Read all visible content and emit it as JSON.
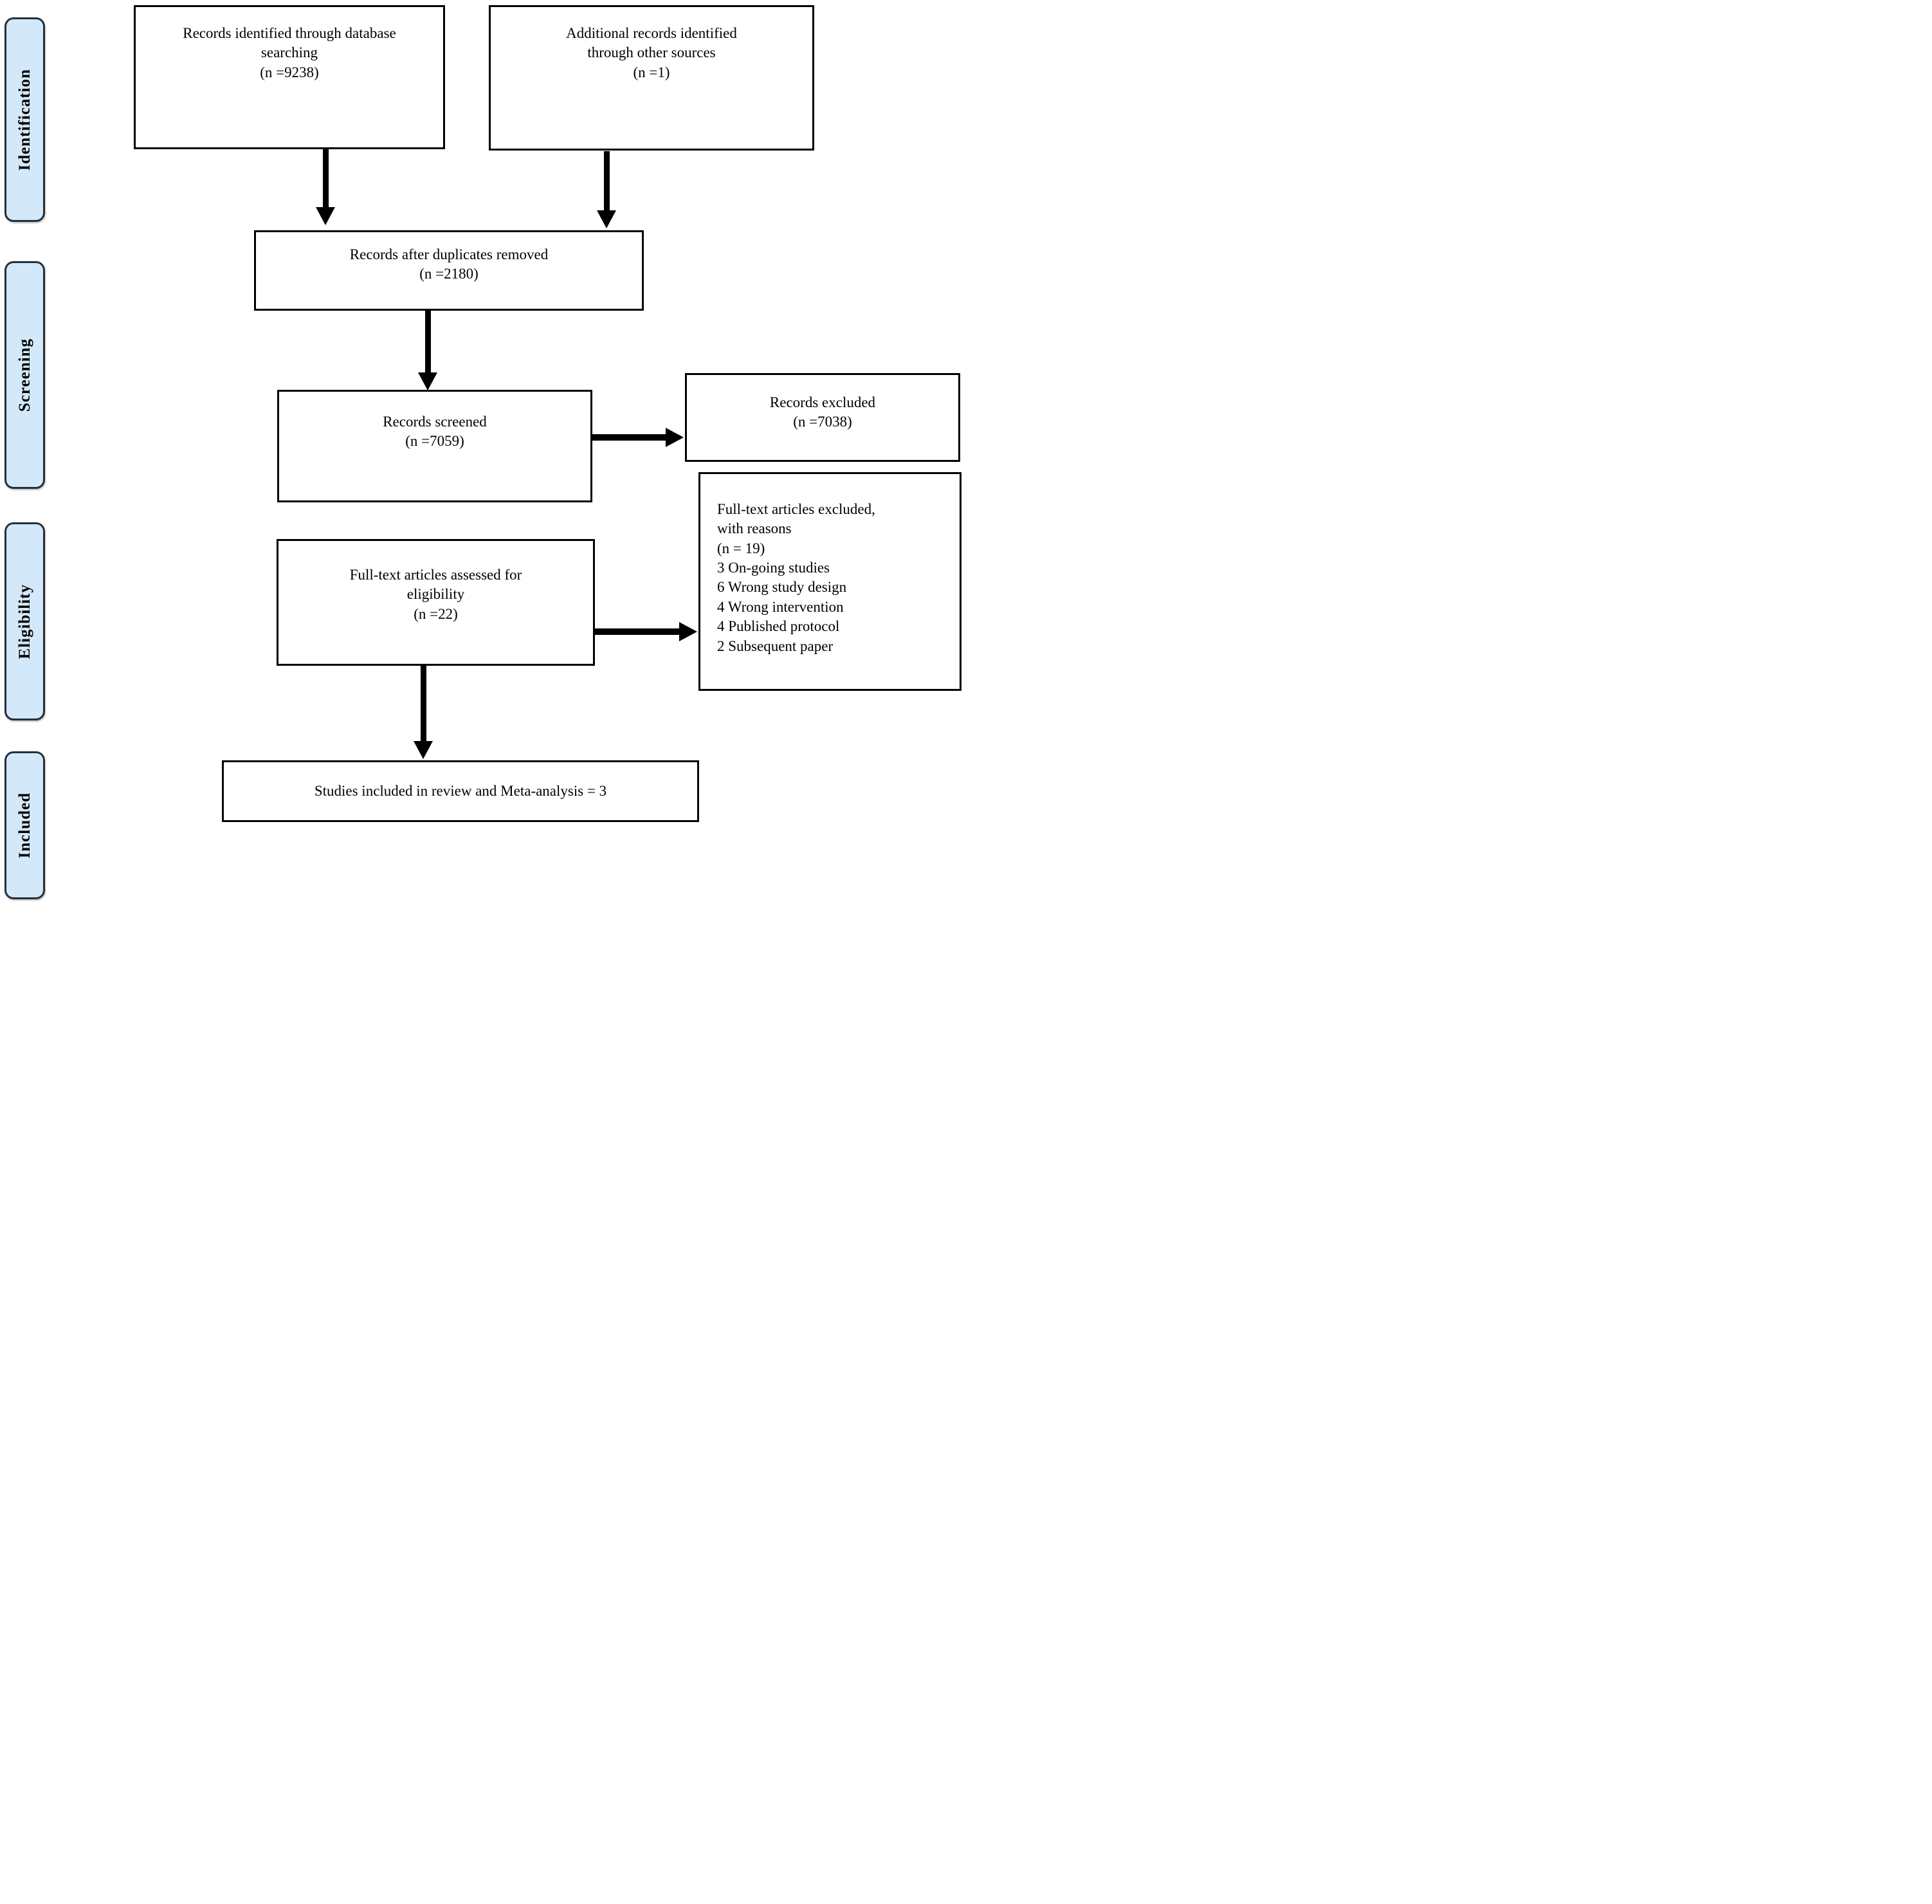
{
  "diagram": {
    "kind": "PRISMA flow diagram",
    "sidebar": {
      "labels": [
        "Identification",
        "Screening",
        "Eligibility",
        "Included"
      ]
    },
    "boxes": {
      "identified_database": {
        "lines": [
          "Records identified through database",
          "searching",
          "(n =9238)"
        ]
      },
      "identified_other": {
        "lines": [
          "Additional records identified",
          "through other sources",
          "(n =1)"
        ]
      },
      "duplicates_removed": {
        "lines": [
          "Records after duplicates removed",
          "(n =2180)"
        ]
      },
      "records_screened": {
        "lines": [
          "Records screened",
          "(n =7059)"
        ]
      },
      "records_excluded": {
        "lines": [
          "Records excluded",
          "(n =7038)"
        ]
      },
      "fulltext_assessed": {
        "lines": [
          "Full-text articles assessed for",
          "eligibility",
          "(n =22)"
        ]
      },
      "fulltext_excluded": {
        "lines": [
          "Full-text articles excluded,",
          "with reasons",
          "(n = 19)",
          "3 On-going studies",
          "6 Wrong study design",
          "4 Wrong intervention",
          "4 Published protocol",
          "2 Subsequent paper"
        ]
      },
      "studies_included": {
        "lines": [
          "Studies included in review and Meta-analysis = 3"
        ]
      }
    },
    "flow": [
      {
        "from": "identified_database",
        "to": "duplicates_removed"
      },
      {
        "from": "identified_other",
        "to": "duplicates_removed"
      },
      {
        "from": "duplicates_removed",
        "to": "records_screened"
      },
      {
        "from": "records_screened",
        "to": "records_excluded"
      },
      {
        "from": "fulltext_assessed",
        "to": "fulltext_excluded"
      },
      {
        "from": "fulltext_assessed",
        "to": "studies_included"
      }
    ],
    "colors": {
      "stage_fill": "#d3e8f8",
      "stage_border": "#25303b",
      "box_border": "#000000",
      "arrow": "#000000",
      "background": "#ffffff"
    }
  }
}
